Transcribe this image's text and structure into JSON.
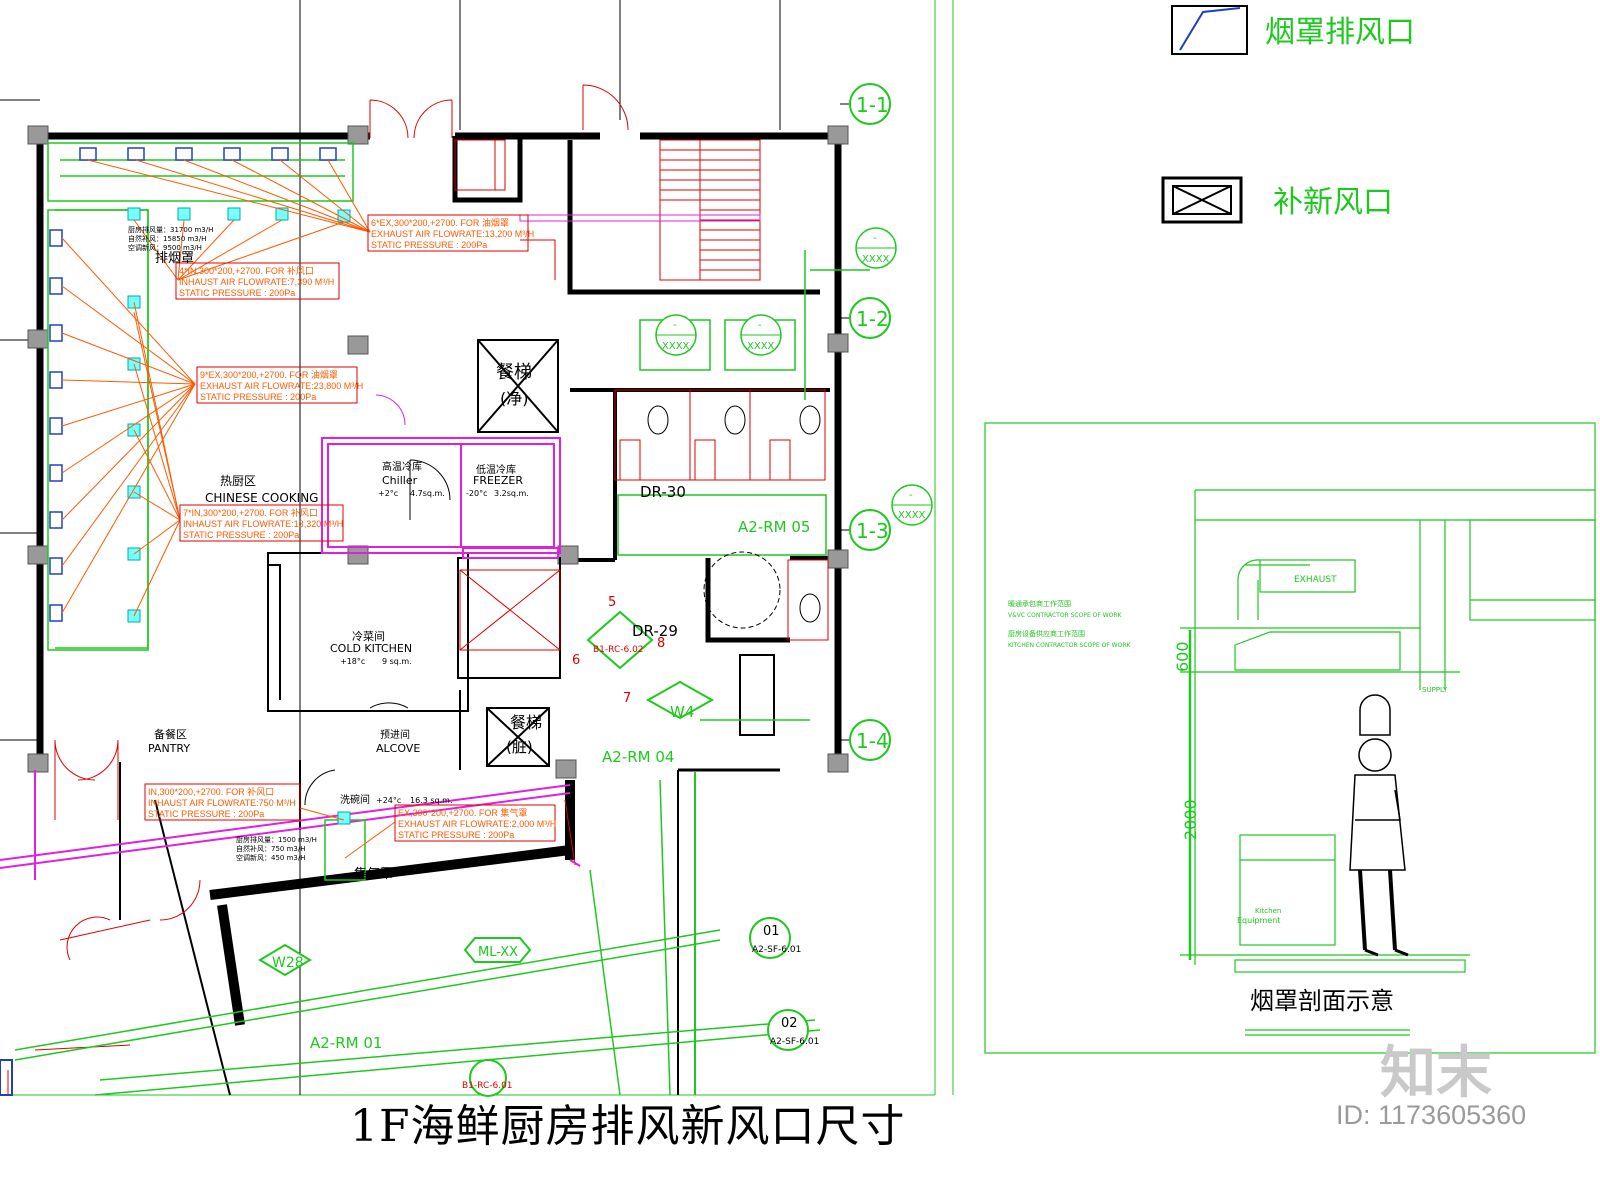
{
  "title": "1F海鲜厨房排风新风口尺寸",
  "id_tag": "ID: 1173605360",
  "logo_text": "知末",
  "colors": {
    "green": "#1ec81e",
    "orange": "#ff5a00",
    "red": "#e00000",
    "magenta": "#e020e0",
    "black": "#000000",
    "blue": "#2040c0",
    "cyan": "#00c8c8"
  },
  "legend": {
    "exhaust_label": "烟罩排风口",
    "supply_label": "补新风口"
  },
  "grid_labels": [
    "1-1",
    "1-2",
    "1-3",
    "1-4"
  ],
  "tags": {
    "xxxx": "XXXX",
    "dr30": "DR-30",
    "dr29": "DR-29",
    "rm05": "A2-RM 05",
    "rm04": "A2-RM 04",
    "rm01": "A2-RM 01",
    "w4": "W4",
    "w28": "W28",
    "mlxx": "ML-XX",
    "b1rc": "B1-RC-6.02",
    "b1rc2": "B1-RC-6.01",
    "sf01_num": "01",
    "sf01": "A2-SF-6.01",
    "sf02_num": "02",
    "sf02": "A2-SF-6.01",
    "n5": "5",
    "n6": "6",
    "n7": "7",
    "n8": "8",
    "dash": "-"
  },
  "rooms": {
    "hood_cn": "排烟罩",
    "hot_cn": "热厨区",
    "hot_en": "CHINESE COOKING",
    "chiller_cn": "高温冷库",
    "chiller_en": "Chiller",
    "chiller_temp": "+2°c",
    "chiller_area": "4.7sq.m.",
    "freezer_cn": "低温冷库",
    "freezer_en": "FREEZER",
    "freezer_temp": "-20°c",
    "freezer_area": "3.2sq.m.",
    "cold_cn": "冷菜间",
    "cold_en": "COLD KITCHEN",
    "cold_temp": "+18°c",
    "cold_area": "9 sq.m.",
    "pantry_cn": "备餐区",
    "pantry_en": "PANTRY",
    "alcove_cn": "预进间",
    "alcove_en": "ALCOVE",
    "dish_cn": "洗碗间",
    "dish_temp": "+24°c",
    "dish_area": "16.3 sq.m.",
    "lift_clean": "餐梯",
    "lift_clean2": "(净)",
    "lift_dirty": "餐梯",
    "lift_dirty2": "(脏)",
    "collect_hood": "集气罩"
  },
  "notes": {
    "n1": [
      "6*EX,300*200,+2700. FOR 油烟罩",
      "EXHAUST AIR FLOWRATE:13,200 M³/H",
      "STATIC PRESSURE : 200Pa"
    ],
    "n2": [
      "4*IN,300*200,+2700. FOR 补风口",
      "INHAUST AIR FLOWRATE:7,390 M³/H",
      "STATIC PRESSURE : 200Pa"
    ],
    "n3": [
      "9*EX,300*200,+2700. FOR 油烟罩",
      "EXHAUST AIR FLOWRATE:23,800 M³/H",
      "STATIC PRESSURE : 200Pa"
    ],
    "n4": [
      "7*IN,300*200,+2700. FOR 补风口",
      "INHAUST AIR FLOWRATE:13,320 M³/H",
      "STATIC PRESSURE : 200Pa"
    ],
    "n5": [
      "IN,300*200,+2700. FOR 补风口",
      "INHAUST AIR FLOWRATE:750 M³/H",
      "STATIC PRESSURE : 200Pa"
    ],
    "n6": [
      "EX,300*200,+2700. FOR 集气罩",
      "EXHAUST AIR FLOWRATE:2,000 M³/H",
      "STATIC PRESSURE : 200Pa"
    ],
    "small1": [
      "厨房排风量：31700 m3/H",
      "自然补风：15850 m3/H",
      "空调新风：9500 m3/H"
    ],
    "small2": [
      "厨房排风量：1500 m3/H",
      "自然补风：750 m3/H",
      "空调新风：450 m3/H"
    ]
  },
  "section": {
    "title": "烟罩剖面示意",
    "exhaust": "EXHAUST",
    "supply": "SUPPLY",
    "hvac_cn": "暖通承包商工作范围",
    "hvac_en": "V&VC CONTRACTOR SCOPE OF WORK",
    "kitchen_cn": "厨房设备供应商工作范围",
    "kitchen_en": "KITCHEN CONTRACTOR SCOPE OF WORK",
    "dim1": "600",
    "dim2": "2000",
    "equip1": "Kitchen",
    "equip2": "Equipment"
  }
}
